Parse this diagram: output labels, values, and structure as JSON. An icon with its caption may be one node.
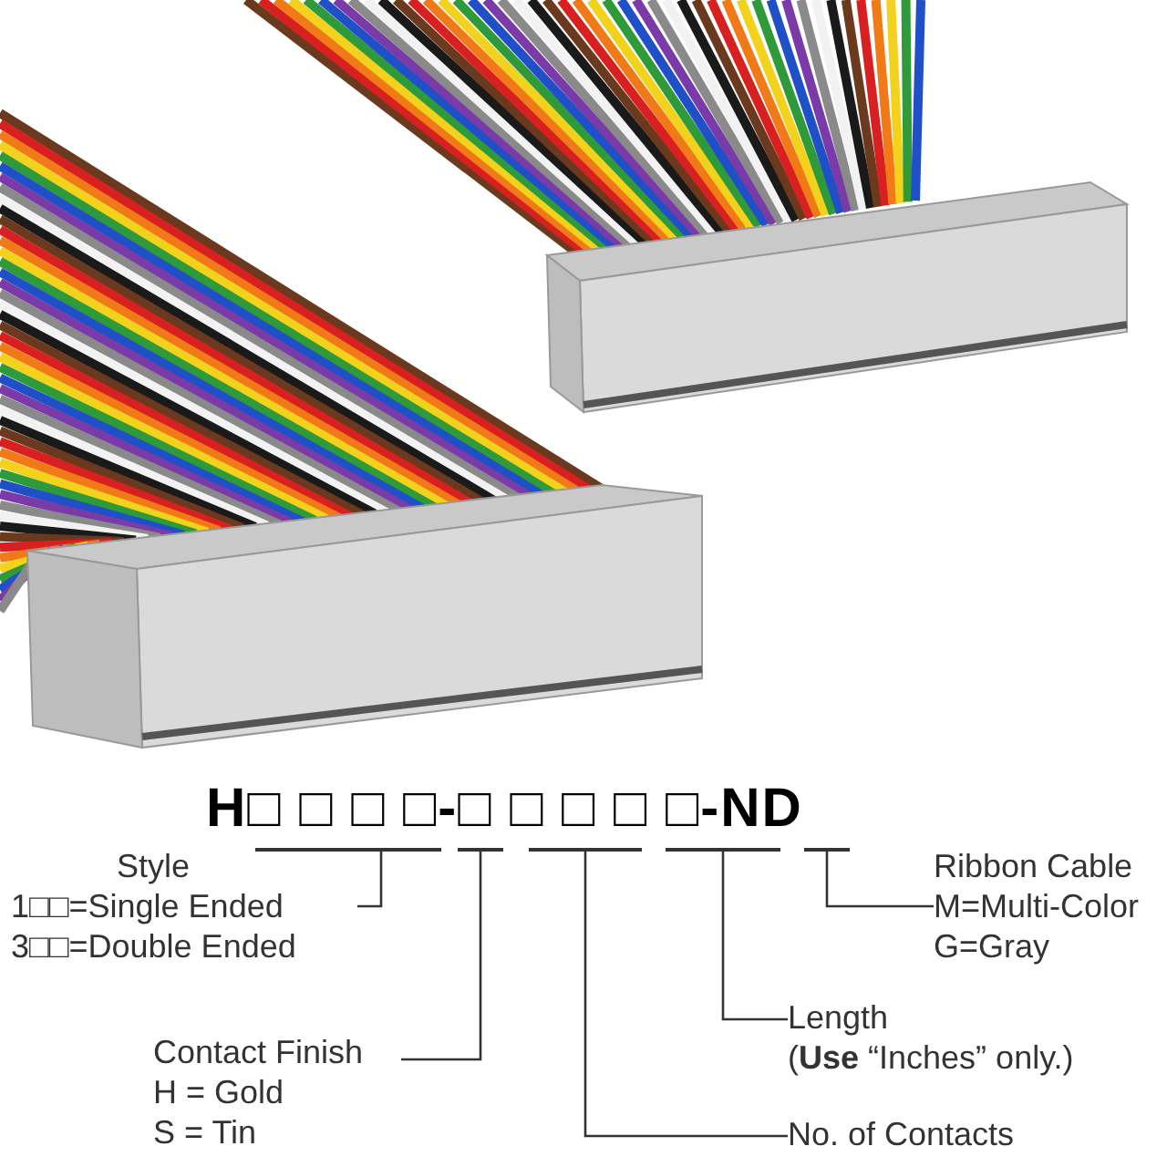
{
  "diagram": {
    "nodes": [
      {
        "text": [
          "H□ □ □ □-□ □ □ □ □-ND"
        ]
      },
      {
        "text": [],
        "shape": "bar"
      },
      {
        "text": [],
        "shape": "bar"
      },
      {
        "text": [],
        "shape": "bar"
      },
      {
        "text": [],
        "shape": "bar"
      },
      {
        "text": [],
        "shape": "bar"
      },
      {
        "text": [
          "Style",
          "1□□=Single Ended",
          "3□□=Double Ended"
        ]
      },
      {
        "text": [
          "Ribbon Cable",
          "M=Multi-Color",
          "G=Gray"
        ]
      },
      {
        "text": [
          "Length",
          "(**Use** “Inches” only.)"
        ]
      },
      {
        "text": [
          "Contact Finish",
          "H = Gold",
          "S = Tin"
        ]
      },
      {
        "text": [
          "No. of Contacts"
        ]
      }
    ],
    "edges": [
      {
        "from": 6,
        "to": 1,
        "arrow": "none"
      },
      {
        "from": 9,
        "to": 2,
        "arrow": "none"
      },
      {
        "from": 10,
        "to": 3,
        "arrow": "none"
      },
      {
        "from": 8,
        "to": 4,
        "arrow": "none"
      },
      {
        "from": 7,
        "to": 5,
        "arrow": "none"
      }
    ]
  }
}
